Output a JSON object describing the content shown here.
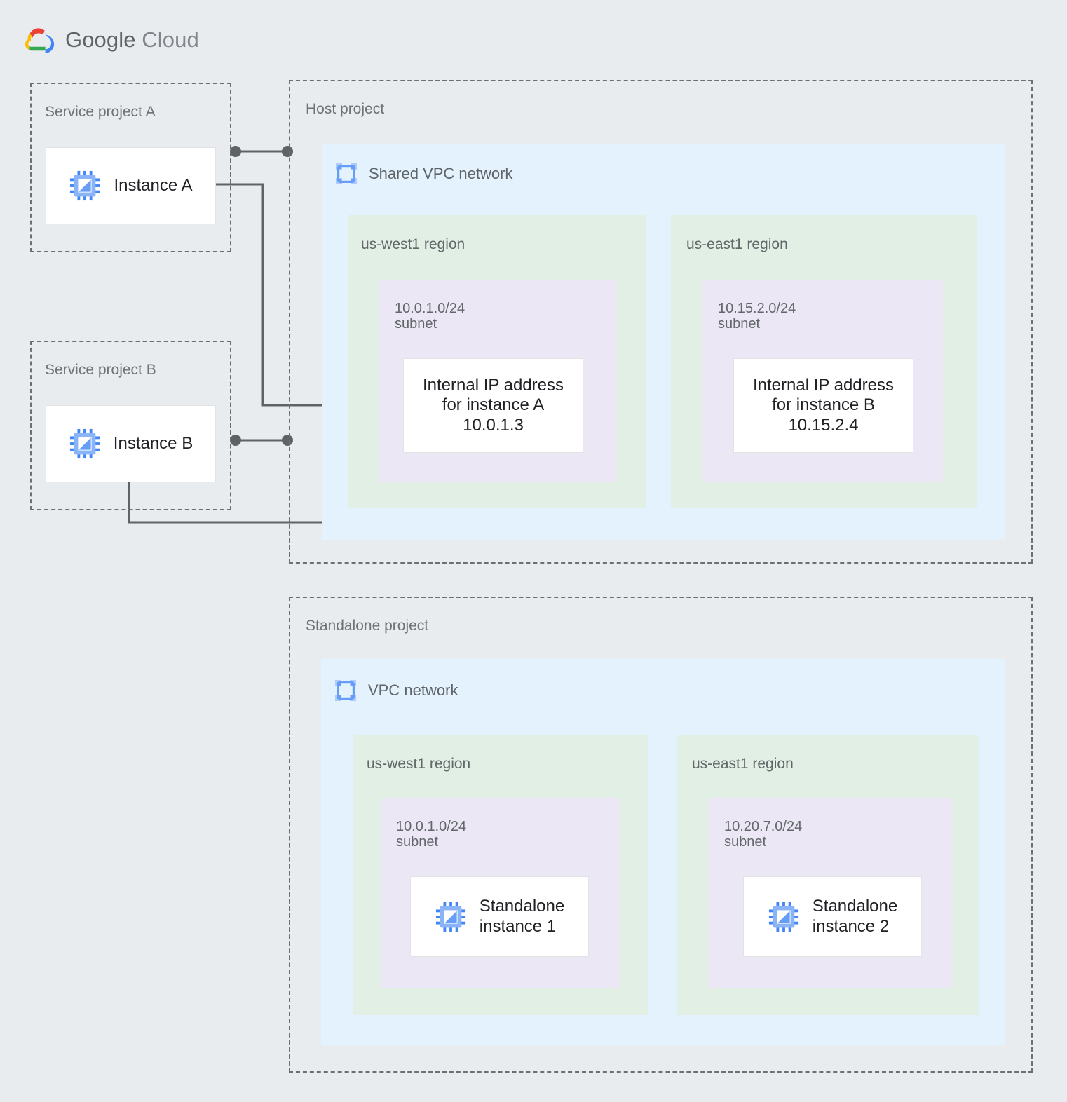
{
  "brand": {
    "name_bold": "Google",
    "name_thin": "Cloud",
    "logo_colors": {
      "red": "#ea4335",
      "blue": "#4285f4",
      "yellow": "#fbbc04",
      "green": "#34a853"
    }
  },
  "palette": {
    "page_background": "#e8ecee",
    "vpc_fill": "#e3f2fd",
    "region_fill": "#e2efe5",
    "subnet_fill": "#ece7f5",
    "card_fill": "#ffffff",
    "dashed_border": "#6b7173",
    "connector": "#5f6368",
    "icon_blue": "#4285f4",
    "icon_blue_light": "#8ab4f8"
  },
  "projects": {
    "service_a": {
      "label": "Service project A",
      "instance": {
        "label": "Instance A",
        "icon": "vm-instance-icon"
      }
    },
    "service_b": {
      "label": "Service project B",
      "instance": {
        "label": "Instance B",
        "icon": "vm-instance-icon"
      }
    },
    "host": {
      "label": "Host project",
      "network": {
        "title": "Shared VPC network",
        "icon": "vpc-network-icon",
        "regions": [
          {
            "label": "us-west1 region",
            "subnet": {
              "cidr_label": "10.0.1.0/24\nsubnet",
              "cidr": "10.0.1.0/24",
              "card_text": "Internal IP address\nfor instance A\n10.0.1.3",
              "ip": "10.0.1.3"
            }
          },
          {
            "label": "us-east1 region",
            "subnet": {
              "cidr_label": "10.15.2.0/24\nsubnet",
              "cidr": "10.15.2.0/24",
              "card_text": "Internal IP address\nfor instance B\n10.15.2.4",
              "ip": "10.15.2.4"
            }
          }
        ]
      }
    },
    "standalone": {
      "label": "Standalone project",
      "network": {
        "title": "VPC network",
        "icon": "vpc-network-icon",
        "regions": [
          {
            "label": "us-west1 region",
            "subnet": {
              "cidr_label": "10.0.1.0/24\nsubnet",
              "cidr": "10.0.1.0/24",
              "instance": {
                "label": "Standalone\ninstance 1",
                "icon": "vm-instance-icon"
              }
            }
          },
          {
            "label": "us-east1 region",
            "subnet": {
              "cidr_label": "10.20.7.0/24\nsubnet",
              "cidr": "10.20.7.0/24",
              "instance": {
                "label": "Standalone\ninstance 2",
                "icon": "vm-instance-icon"
              }
            }
          }
        ]
      }
    }
  }
}
